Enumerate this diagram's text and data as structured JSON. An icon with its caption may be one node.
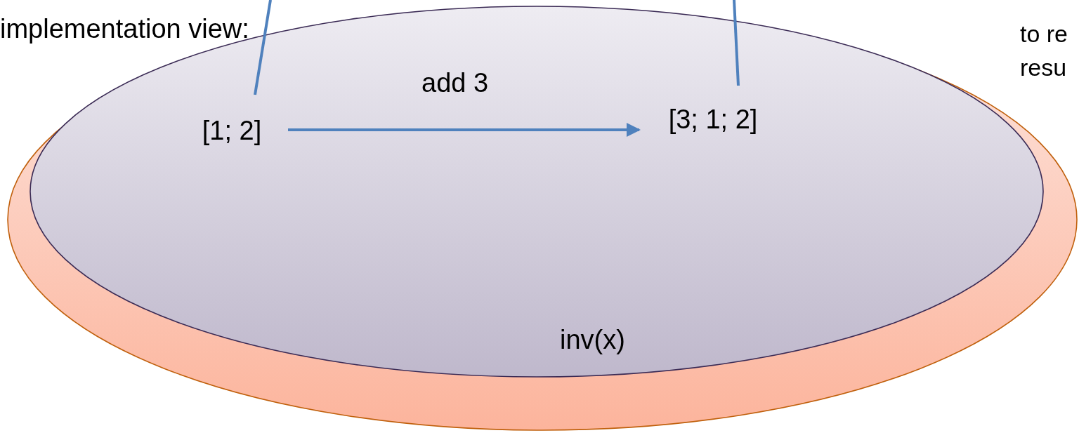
{
  "diagram": {
    "nodes": [
      {
        "text": [],
        "shape": "ellipse"
      },
      {
        "text": [
          "inv(x)"
        ],
        "in": 0
      },
      {
        "text": [
          "[1; 2]"
        ],
        "in": 1
      },
      {
        "text": [
          "[3; 1; 2]"
        ],
        "in": 1
      }
    ],
    "edges": [
      {
        "from": 2,
        "to": 3,
        "arrow": "to",
        "label": "add 3"
      },
      {
        "from": null,
        "to": 2,
        "arrow": "none"
      },
      {
        "from": null,
        "to": 3,
        "arrow": "none"
      }
    ],
    "labels": [
      "implementation view:",
      "to re",
      "resu"
    ]
  }
}
